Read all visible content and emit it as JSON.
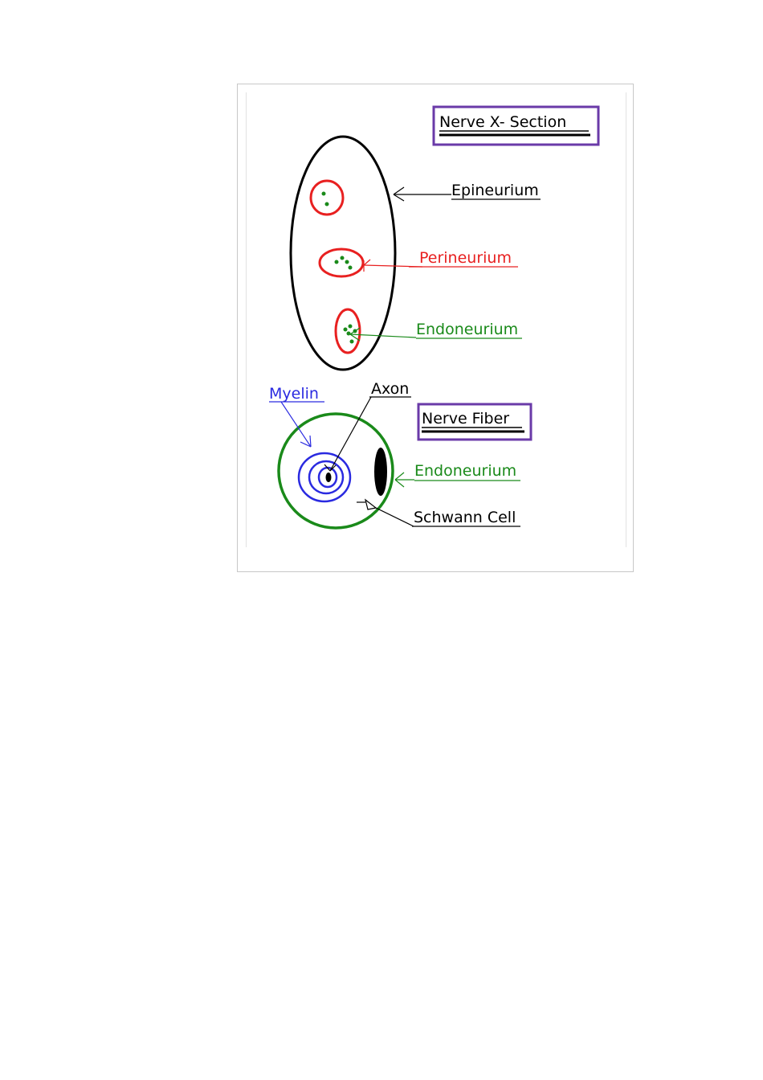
{
  "titles": {
    "section": "Nerve X- Section",
    "fiber": "Nerve Fiber"
  },
  "labels": {
    "epineurium": "Epineurium",
    "perineurium": "Perineurium",
    "endoneurium_section": "Endoneurium",
    "myelin": "Myelin",
    "axon": "Axon",
    "endoneurium_fiber": "Endoneurium",
    "schwann": "Schwann Cell"
  },
  "colors": {
    "black": "#000000",
    "red": "#e82020",
    "green": "#1a8a1a",
    "blue": "#2a2ae0",
    "purple": "#6a3aa8"
  }
}
